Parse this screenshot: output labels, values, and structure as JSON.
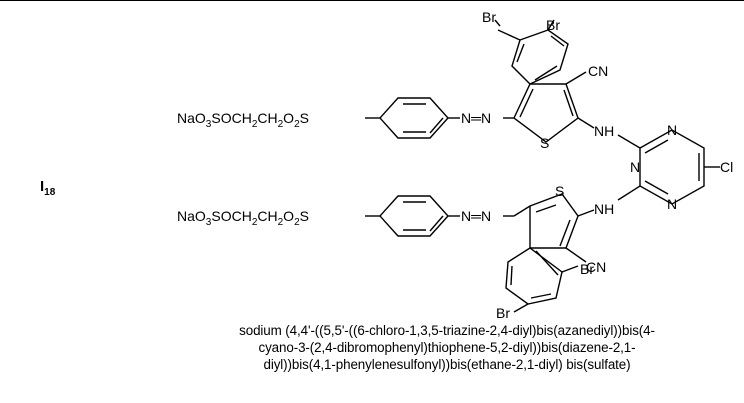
{
  "compound": {
    "label_main": "I",
    "label_sub": "18"
  },
  "structure": {
    "chain_top": {
      "a": "NaO",
      "a_sub": "3",
      "b": "SOCH",
      "b_sub": "2",
      "c": "CH",
      "c_sub": "2",
      "d": "O",
      "d_sub": "2",
      "e": "S"
    },
    "chain_bottom": {
      "a": "NaO",
      "a_sub": "3",
      "b": "SOCH",
      "b_sub": "2",
      "c": "CH",
      "c_sub": "2",
      "d": "O",
      "d_sub": "2",
      "e": "S"
    },
    "atoms": {
      "br_top_left": "Br",
      "br_top_right": "Br",
      "cn_top": "CN",
      "s_top": "S",
      "nh_top": "NH",
      "azo_top": "N═N",
      "tri_n1": "N",
      "tri_n2": "N",
      "tri_n3": "N",
      "cl": "Cl",
      "azo_bottom": "N═N",
      "s_bottom": "S",
      "nh_bottom": "NH",
      "cn_bottom": "CN",
      "br_bottom_right": "Br",
      "br_bottom_left": "Br"
    }
  },
  "caption": {
    "line1": "sodium (4,4'-((5,5'-((6-chloro-1,3,5-triazine-2,4-diyl)bis(azanediyl))bis(4-",
    "line2": "cyano-3-(2,4-dibromophenyl)thiophene-5,2-diyl))bis(diazene-2,1-",
    "line3": "diyl))bis(4,1-phenylenesulfonyl))bis(ethane-2,1-diyl) bis(sulfate)"
  }
}
